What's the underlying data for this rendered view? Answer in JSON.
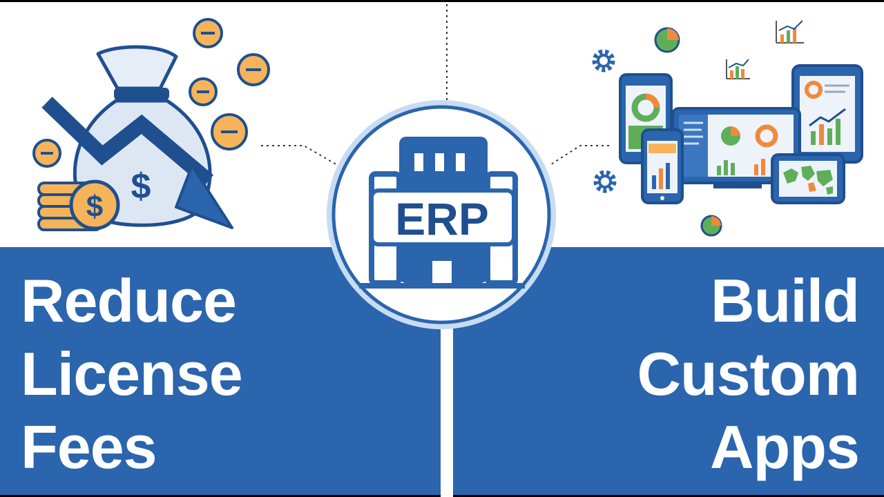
{
  "left_panel": {
    "headline_lines": [
      "Reduce",
      "License",
      "Fees"
    ]
  },
  "right_panel": {
    "headline_lines": [
      "Build",
      "Custom",
      "Apps"
    ]
  },
  "center_badge": {
    "label": "ERP"
  },
  "icons": {
    "money_bag": "money-bag-icon",
    "money_bag_symbol": "$",
    "coin_stack_symbol": "$",
    "down_trend_arrow": "down-trend-arrow-icon",
    "minus_coin": "minus-coin-icon",
    "gear": "gear-icon",
    "pie_chart": "pie-chart-icon",
    "bar_chart": "bar-chart-icon",
    "devices": "multi-device-dashboard-icon",
    "building": "office-building-icon"
  },
  "colors": {
    "brand_blue": "#2a65ad",
    "dark_blue": "#1f4f8f",
    "coin_orange": "#f5b45a",
    "chart_green": "#5fae5a",
    "chart_orange": "#ef8a3c",
    "background_top": "#ffffff",
    "frame": "#000000"
  }
}
